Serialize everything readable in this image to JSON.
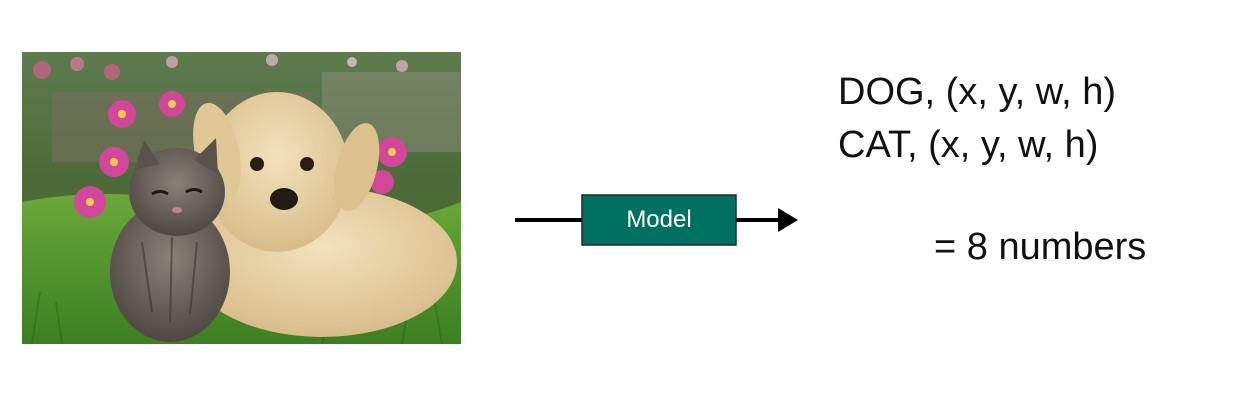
{
  "image": {
    "subject": "puppy and kitten on grass with pink flowers"
  },
  "model": {
    "label": "Model"
  },
  "outputs": [
    {
      "label": "DOG, (x, y, w, h)"
    },
    {
      "label": "CAT, (x, y, w, h)"
    }
  ],
  "summary": "= 8 numbers",
  "colors": {
    "model_box": "#007060",
    "arrow": "#000000",
    "text": "#111111"
  }
}
